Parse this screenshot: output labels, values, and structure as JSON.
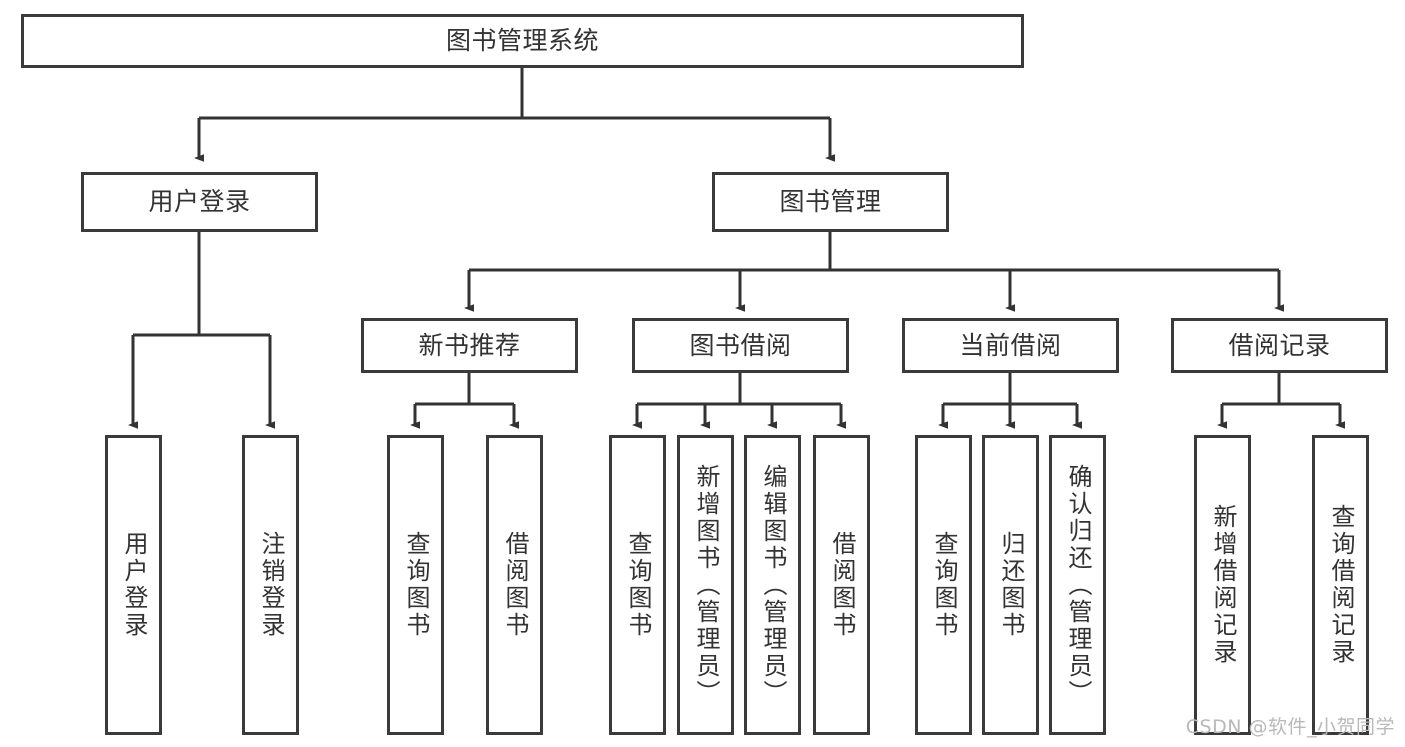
{
  "diagram": {
    "title": "图书管理系统",
    "type": "hierarchy-tree",
    "colors": {
      "box_border": "#3a3a3a",
      "box_fill": "#ffffff",
      "connector": "#333333",
      "text": "#333333",
      "watermark": "#b9b9b9",
      "background": "#ffffff"
    }
  },
  "root": {
    "label": "图书管理系统"
  },
  "level2": [
    {
      "label": "用户登录"
    },
    {
      "label": "图书管理"
    }
  ],
  "level3": [
    {
      "label": "新书推荐"
    },
    {
      "label": "图书借阅"
    },
    {
      "label": "当前借阅"
    },
    {
      "label": "借阅记录"
    }
  ],
  "leaves": {
    "user_login": [
      {
        "label": "用户登录"
      },
      {
        "label": "注销登录"
      }
    ],
    "new_book": [
      {
        "label": "查询图书"
      },
      {
        "label": "借阅图书"
      }
    ],
    "borrow_book": [
      {
        "label": "查询图书"
      },
      {
        "label": "新增图书（管理员）"
      },
      {
        "label": "编辑图书（管理员）"
      },
      {
        "label": "借阅图书"
      }
    ],
    "current_borrow": [
      {
        "label": "查询图书"
      },
      {
        "label": "归还图书"
      },
      {
        "label": "确认归还（管理员）"
      }
    ],
    "borrow_record": [
      {
        "label": "新增借阅记录"
      },
      {
        "label": "查询借阅记录"
      }
    ]
  },
  "watermark": {
    "text": "CSDN @软件_小贺同学"
  }
}
